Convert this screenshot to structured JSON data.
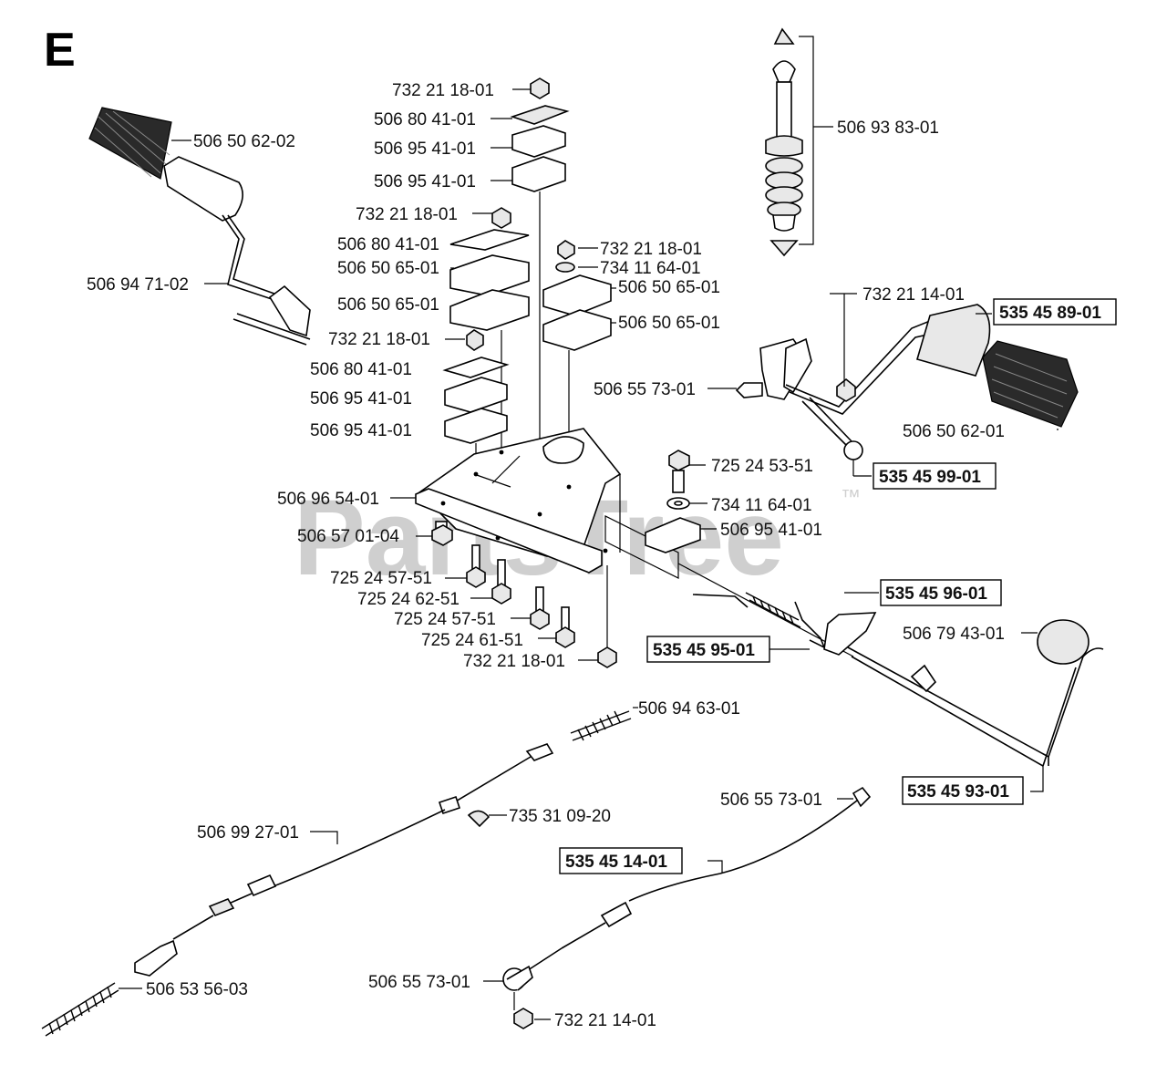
{
  "section_letter": "E",
  "watermark": {
    "text": "PartsTree",
    "tm": "™"
  },
  "labels": {
    "l01": "732 21 18-01",
    "l02": "506 80 41-01",
    "l03": "506 95 41-01",
    "l04": "506 95 41-01",
    "l05": "732 21 18-01",
    "l06": "506 80 41-01",
    "l07": "506 50 65-01",
    "l08": "506 50 65-01",
    "l09": "732 21 18-01",
    "l10": "506 80 41-01",
    "l11": "506 95 41-01",
    "l12": "506 95 41-01",
    "l13": "732 21 18-01",
    "l14": "734 11 64-01",
    "l15": "506 50 65-01",
    "l16": "506 50 65-01",
    "l17": "506 50 62-02",
    "l18": "506 94 71-02",
    "l19": "506 93 83-01",
    "l20": "732 21 14-01",
    "l21": "535 45 89-01",
    "l22": "506 55 73-01",
    "l23": "506 50 62-01",
    "l24": "535 45 99-01",
    "l25": "506 96 54-01",
    "l26": "506 57 01-04",
    "l27": "725 24 53-51",
    "l28": "734 11 64-01",
    "l29": "506 95 41-01",
    "l30": "725 24 57-51",
    "l31": "725 24 62-51",
    "l32": "725 24 57-51",
    "l33": "725 24 61-51",
    "l34": "732 21 18-01",
    "l35": "535 45 96-01",
    "l36": "506 79 43-01",
    "l37": "535 45 95-01",
    "l38": "506 94 63-01",
    "l39": "735 31 09-20",
    "l40": "506 99 27-01",
    "l41": "506 55 73-01",
    "l42": "535 45 14-01",
    "l43": "535 45 93-01",
    "l44": "506 53 56-03",
    "l45": "506 55 73-01",
    "l46": "732 21 14-01"
  }
}
